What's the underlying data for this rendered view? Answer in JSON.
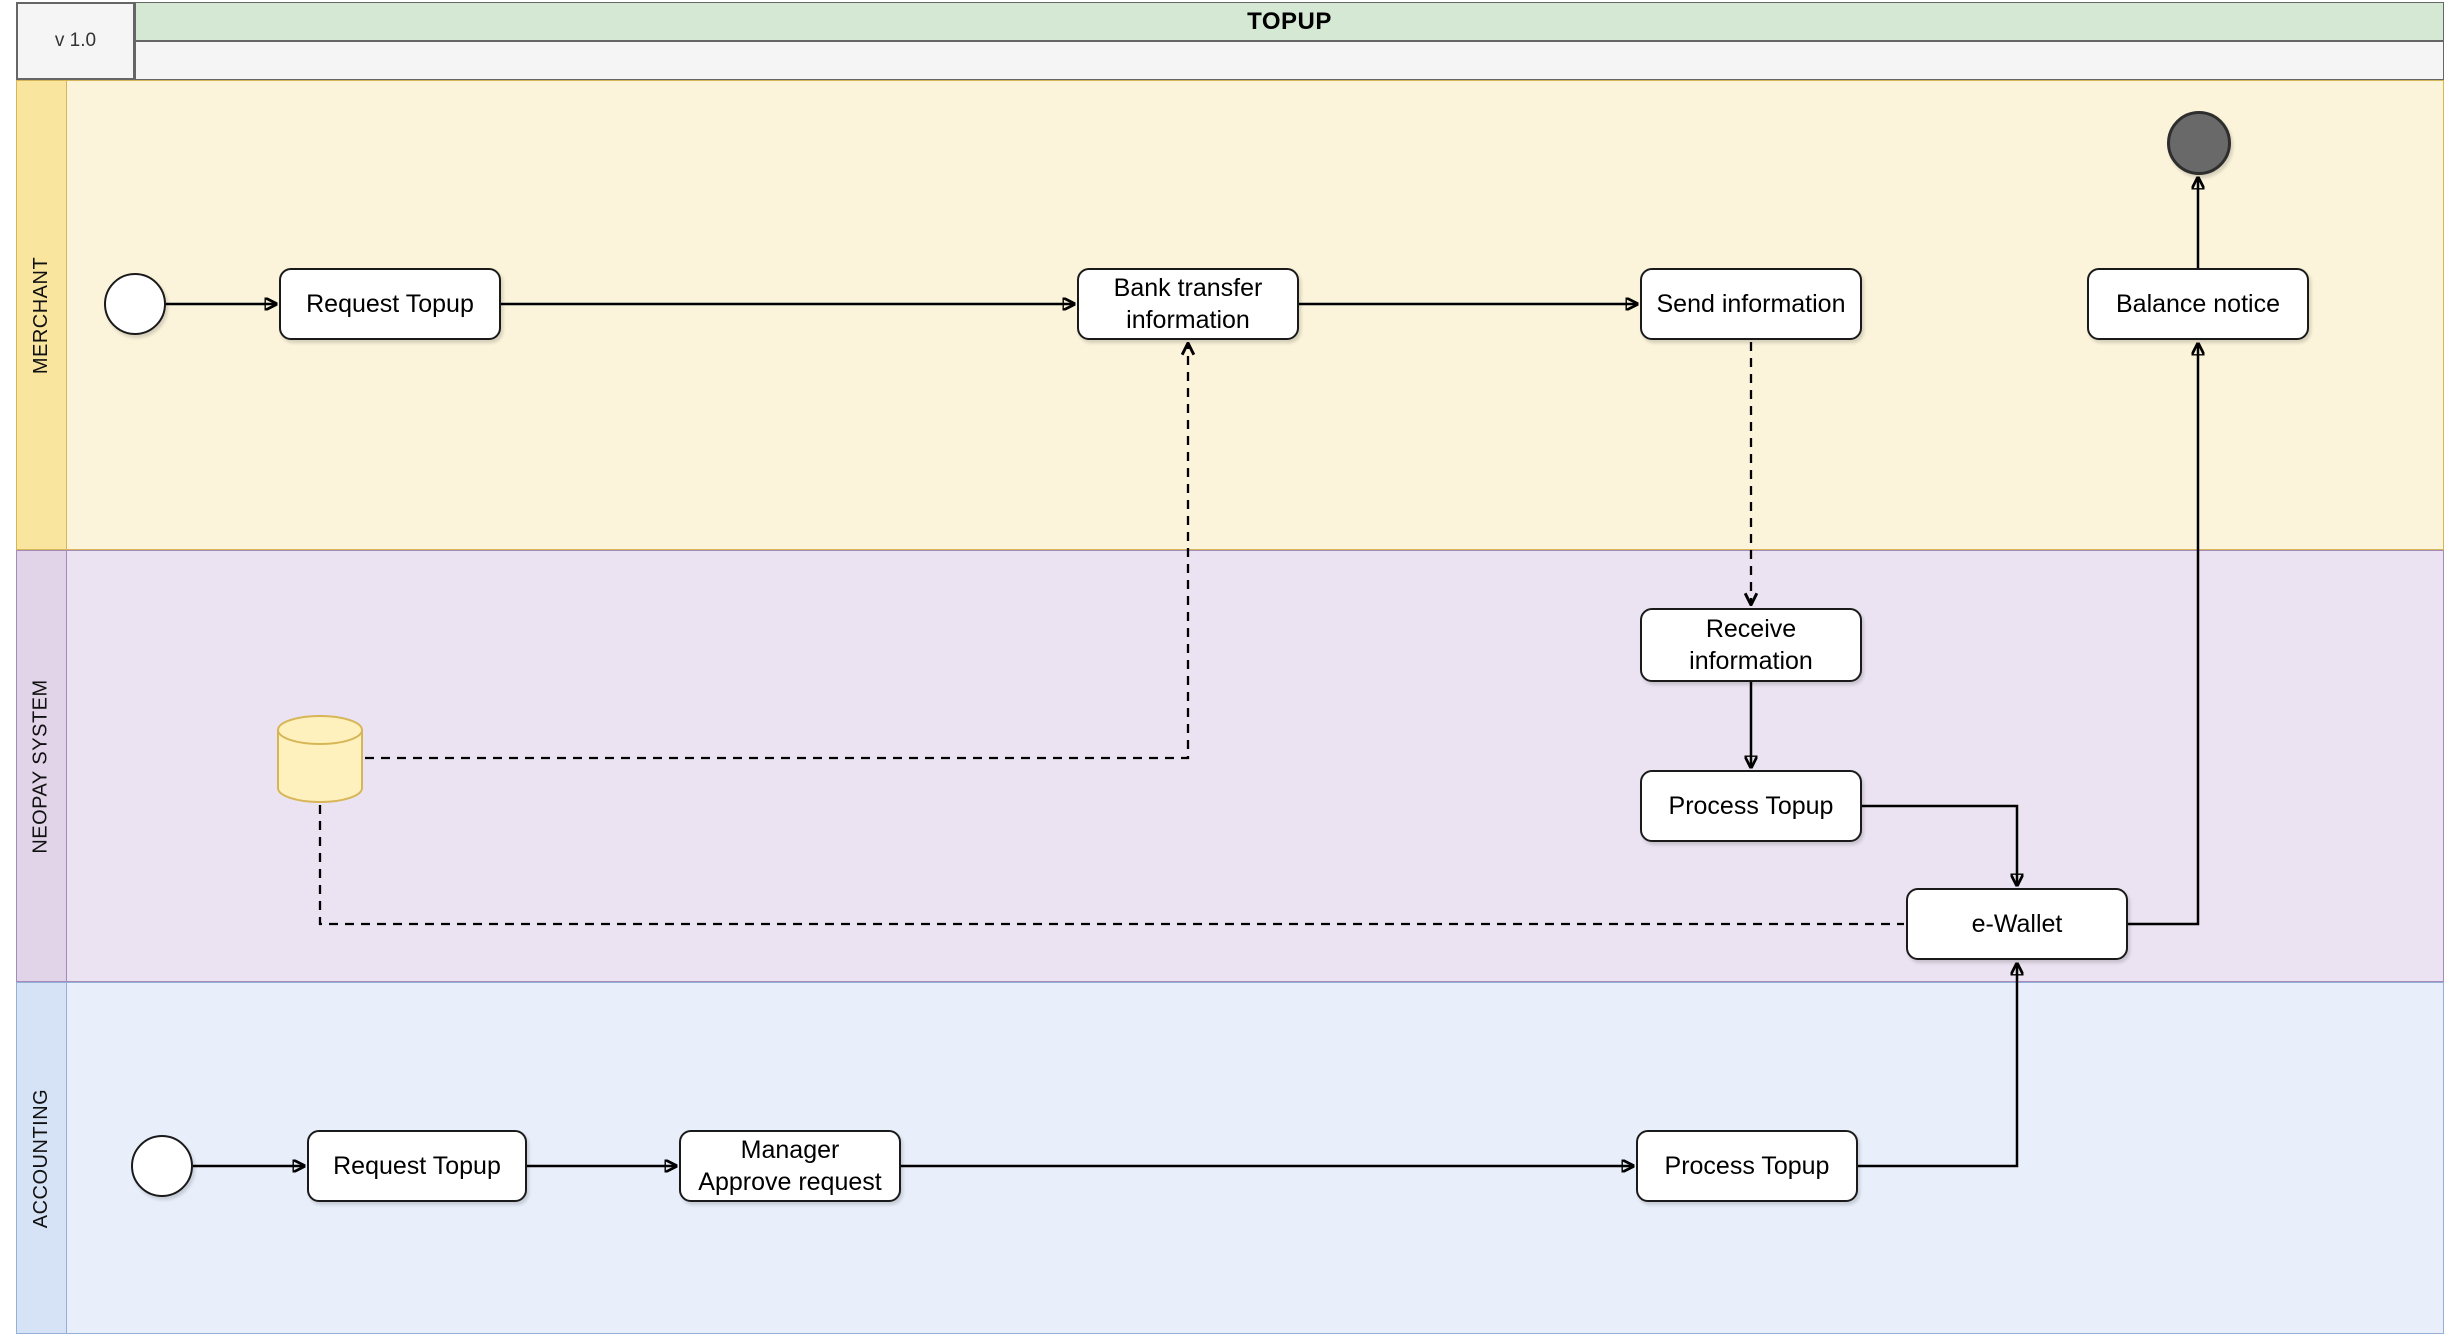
{
  "header": {
    "version_label": "v 1.0",
    "title": "TOPUP"
  },
  "lanes": [
    {
      "id": "merchant",
      "label": "MERCHANT"
    },
    {
      "id": "neopay",
      "label": "NEOPAY SYSTEM"
    },
    {
      "id": "accounting",
      "label": "ACCOUNTING"
    }
  ],
  "nodes": {
    "merchant_request_topup": {
      "label": "Request Topup"
    },
    "bank_transfer_information": {
      "label": "Bank transfer\ninformation"
    },
    "send_information": {
      "label": "Send information"
    },
    "balance_notice": {
      "label": "Balance notice"
    },
    "receive_information": {
      "label": "Receive information"
    },
    "neopay_process_topup": {
      "label": "Process Topup"
    },
    "e_wallet": {
      "label": "e-Wallet"
    },
    "accounting_request_topup": {
      "label": "Request Topup"
    },
    "manager_approve_request": {
      "label": "Manager\nApprove request"
    },
    "accounting_process_topup": {
      "label": "Process Topup"
    }
  },
  "events": {
    "merchant_start": "start-event",
    "merchant_end": "end-event",
    "accounting_start": "start-event"
  },
  "datastore": "database-cylinder",
  "colors": {
    "title_bar_fill": "#D5E8D4",
    "header_cell_fill": "#F5F5F5",
    "pool_border": "#666666",
    "merchant_body": "#FBF3DA",
    "merchant_strip": "#FAE59F",
    "merchant_border": "#D6B656",
    "neopay_body": "#EBE3F1",
    "neopay_strip": "#E1D4E8",
    "neopay_border": "#A58BBA",
    "accounting_body": "#E8EFFB",
    "accounting_strip": "#D6E2F6",
    "accounting_border": "#94B0D7",
    "node_fill": "#FFFFFF",
    "node_border": "#1A1A1A",
    "db_fill": "#FFF1BE",
    "db_border": "#D6B656",
    "end_fill": "#696969",
    "end_border": "#2E2E2E",
    "edge_color": "#000000"
  }
}
